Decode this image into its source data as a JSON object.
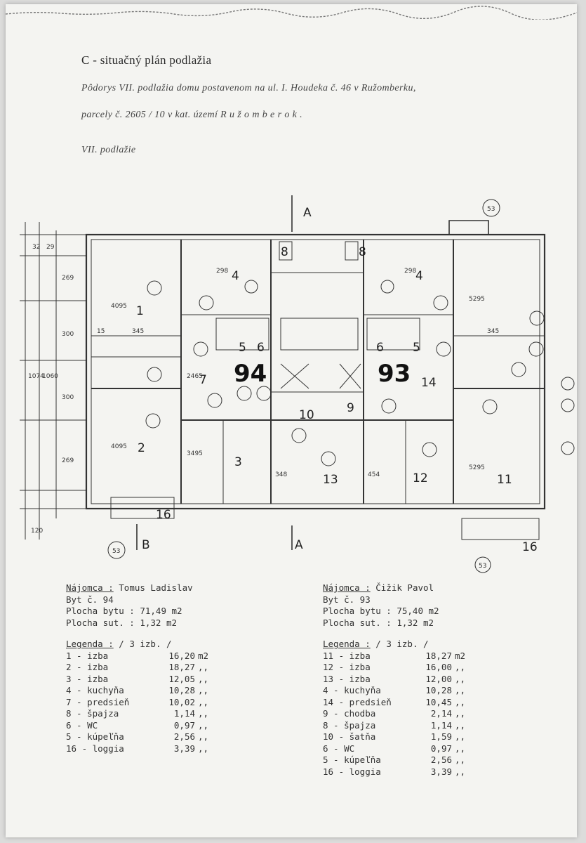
{
  "header": {
    "title": "C - situačný plán podlažia",
    "line1": "Pôdorys VII. podlažia domu postavenom na ul. I. Houdeka č. 46 v Ružomberku,",
    "line2": "parcely č. 2605 / 10 v kat. území R u ž o m b e r o k .",
    "line3": "VII. podlažie"
  },
  "plan": {
    "section_a_top": "A",
    "section_a_bottom": "A",
    "section_b": "B",
    "ref_53_top": "53",
    "ref_53_left": "53",
    "ref_53_bottom": "53",
    "flat_left": "94",
    "flat_right": "93",
    "rooms": {
      "r1": "1",
      "r2": "2",
      "r3": "3",
      "r4l": "4",
      "r5l": "5",
      "r6l": "6",
      "r7": "7",
      "r16l": "16",
      "r8a": "8",
      "r8b": "8",
      "r10": "10",
      "r9": "9",
      "r13": "13",
      "r12": "12",
      "r14": "14",
      "r4r": "4",
      "r5r": "5",
      "r6r": "6",
      "r11": "11",
      "r16r": "16"
    },
    "dims": {
      "d32": "32",
      "d29": "29",
      "d269a": "269",
      "d300a": "300",
      "d300b": "300",
      "d269b": "269",
      "d1074": "1074",
      "d1060": "1060",
      "d120": "120",
      "d345l": "345",
      "d15": "15",
      "d3495": "3495",
      "d2465": "2465",
      "d348": "348",
      "d454": "454",
      "d5295a": "5295",
      "d5295b": "5295",
      "d345r": "345",
      "d298a": "298",
      "d298b": "298",
      "d4095a": "4095",
      "d4095b": "4095"
    }
  },
  "tenant_left": {
    "tenant_label": "Nájomca :",
    "tenant_name": "Tomus Ladislav",
    "flat": "Byt č. 94",
    "area": "Plocha bytu : 71,49 m2",
    "cellar": "Plocha sut. : 1,32 m2",
    "legend_label": "Legenda :",
    "legend_suffix": "/ 3 izb. /",
    "items": [
      {
        "k": "1 - izba",
        "v": "16,20",
        "u": "m2"
      },
      {
        "k": "2 - izba",
        "v": "18,27",
        "u": ",,"
      },
      {
        "k": "3 - izba",
        "v": "12,05",
        "u": ",,"
      },
      {
        "k": "4 - kuchyňa",
        "v": "10,28",
        "u": ",,"
      },
      {
        "k": "7 - predsieň",
        "v": "10,02",
        "u": ",,"
      },
      {
        "k": "8 - špajza",
        "v": "1,14",
        "u": ",,"
      },
      {
        "k": "6 - WC",
        "v": "0,97",
        "u": ",,"
      },
      {
        "k": "5 - kúpeľňa",
        "v": "2,56",
        "u": ",,"
      },
      {
        "k": "16 - loggia",
        "v": "3,39",
        "u": ",,"
      }
    ]
  },
  "tenant_right": {
    "tenant_label": "Nájomca :",
    "tenant_name": "Čižik Pavol",
    "flat": "Byt č. 93",
    "area": "Plocha bytu : 75,40 m2",
    "cellar": "Plocha sut. : 1,32 m2",
    "legend_label": "Legenda :",
    "legend_suffix": "/ 3 izb. /",
    "items": [
      {
        "k": "11 - izba",
        "v": "18,27",
        "u": "m2"
      },
      {
        "k": "12 - izba",
        "v": "16,00",
        "u": ",,"
      },
      {
        "k": "13 - izba",
        "v": "12,00",
        "u": ",,"
      },
      {
        "k": "4 - kuchyňa",
        "v": "10,28",
        "u": ",,"
      },
      {
        "k": "14 - predsieň",
        "v": "10,45",
        "u": ",,"
      },
      {
        "k": "9 - chodba",
        "v": "2,14",
        "u": ",,"
      },
      {
        "k": "8 - špajza",
        "v": "1,14",
        "u": ",,"
      },
      {
        "k": "10 - šatňa",
        "v": "1,59",
        "u": ",,"
      },
      {
        "k": "6 - WC",
        "v": "0,97",
        "u": ",,"
      },
      {
        "k": "5 - kúpeľňa",
        "v": "2,56",
        "u": ",,"
      },
      {
        "k": "16 - loggia",
        "v": "3,39",
        "u": ",,"
      }
    ]
  }
}
